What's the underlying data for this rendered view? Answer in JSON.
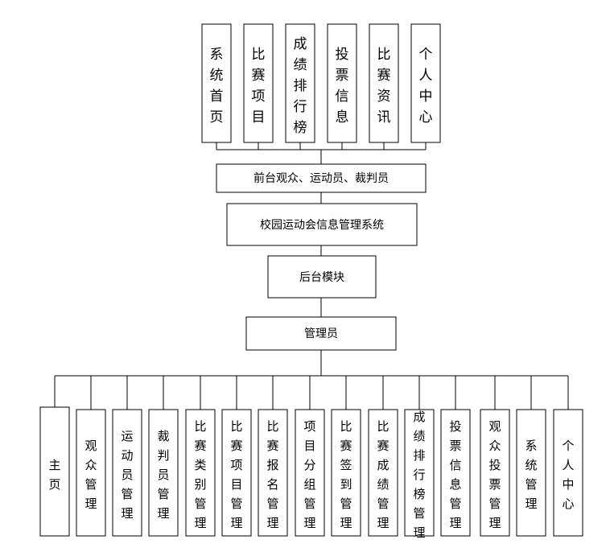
{
  "top_nodes": [
    "系统首页",
    "比赛项目",
    "成绩排行榜",
    "投票信息",
    "比赛资讯",
    "个人中心"
  ],
  "frontend": "前台观众、运动员、裁判员",
  "system": "校园运动会信息管理系统",
  "backend": "后台模块",
  "admin": "管理员",
  "bottom_nodes": [
    "主页",
    "观众管理",
    "运动员管理",
    "裁判员管理",
    "比赛类别管理",
    "比赛项目管理",
    "比赛报名管理",
    "项目分组管理",
    "比赛签到管理",
    "比赛成绩管理",
    "成绩排行榜管理",
    "投票信息管理",
    "观众投票管理",
    "系统管理",
    "个人中心"
  ],
  "colors": {
    "stroke": "#000000",
    "fill": "#ffffff"
  }
}
